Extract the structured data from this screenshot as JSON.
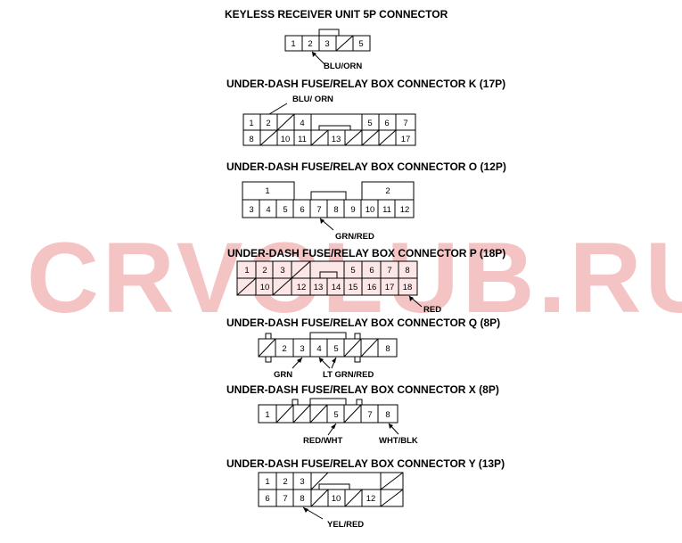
{
  "watermark": "CRVCLUB.RU",
  "connectors": {
    "keyless": {
      "title": "KEYLESS RECEIVER UNIT 5P CONNECTOR",
      "pins": [
        "1",
        "2",
        "3",
        "5"
      ],
      "wires": [
        "BLU/ORN"
      ]
    },
    "k": {
      "title": "UNDER-DASH FUSE/RELAY BOX CONNECTOR K (17P)",
      "pins": [
        "1",
        "2",
        "4",
        "5",
        "6",
        "7",
        "8",
        "10",
        "11",
        "13",
        "17"
      ],
      "wires": [
        "BLU/ ORN"
      ]
    },
    "o": {
      "title": "UNDER-DASH FUSE/RELAY BOX CONNECTOR O (12P)",
      "pins": [
        "1",
        "2",
        "3",
        "4",
        "5",
        "6",
        "7",
        "8",
        "9",
        "10",
        "11",
        "12"
      ],
      "wires": [
        "GRN/RED"
      ]
    },
    "p": {
      "title": "UNDER-DASH FUSE/RELAY BOX CONNECTOR P (18P)",
      "pins": [
        "1",
        "2",
        "3",
        "5",
        "6",
        "7",
        "8",
        "10",
        "12",
        "13",
        "14",
        "15",
        "16",
        "17",
        "18"
      ],
      "wires": [
        "RED"
      ]
    },
    "q": {
      "title": "UNDER-DASH FUSE/RELAY BOX CONNECTOR Q (8P)",
      "pins": [
        "2",
        "3",
        "4",
        "5",
        "8"
      ],
      "wires": [
        "GRN",
        "LT GRN/RED"
      ]
    },
    "x": {
      "title": "UNDER-DASH FUSE/RELAY BOX CONNECTOR X (8P)",
      "pins": [
        "1",
        "5",
        "7",
        "8"
      ],
      "wires": [
        "RED/WHT",
        "WHT/BLK"
      ]
    },
    "y": {
      "title": "UNDER-DASH FUSE/RELAY BOX CONNECTOR Y (13P)",
      "pins": [
        "1",
        "2",
        "3",
        "6",
        "7",
        "8",
        "10",
        "12"
      ],
      "wires": [
        "YEL/RED"
      ]
    }
  }
}
